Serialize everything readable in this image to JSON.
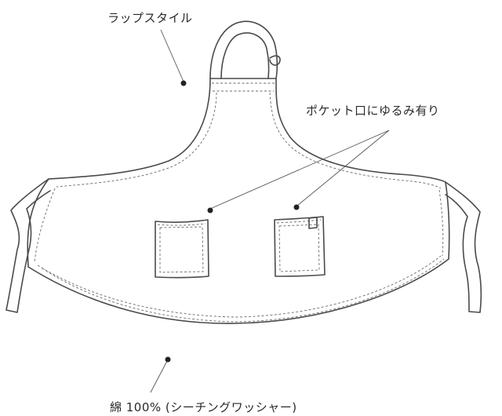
{
  "annotations": {
    "wrap_style": "ラップスタイル",
    "pocket_opening": "ポケット口にゆるみ有り",
    "material": "綿 100% (シーチングワッシャー)"
  }
}
